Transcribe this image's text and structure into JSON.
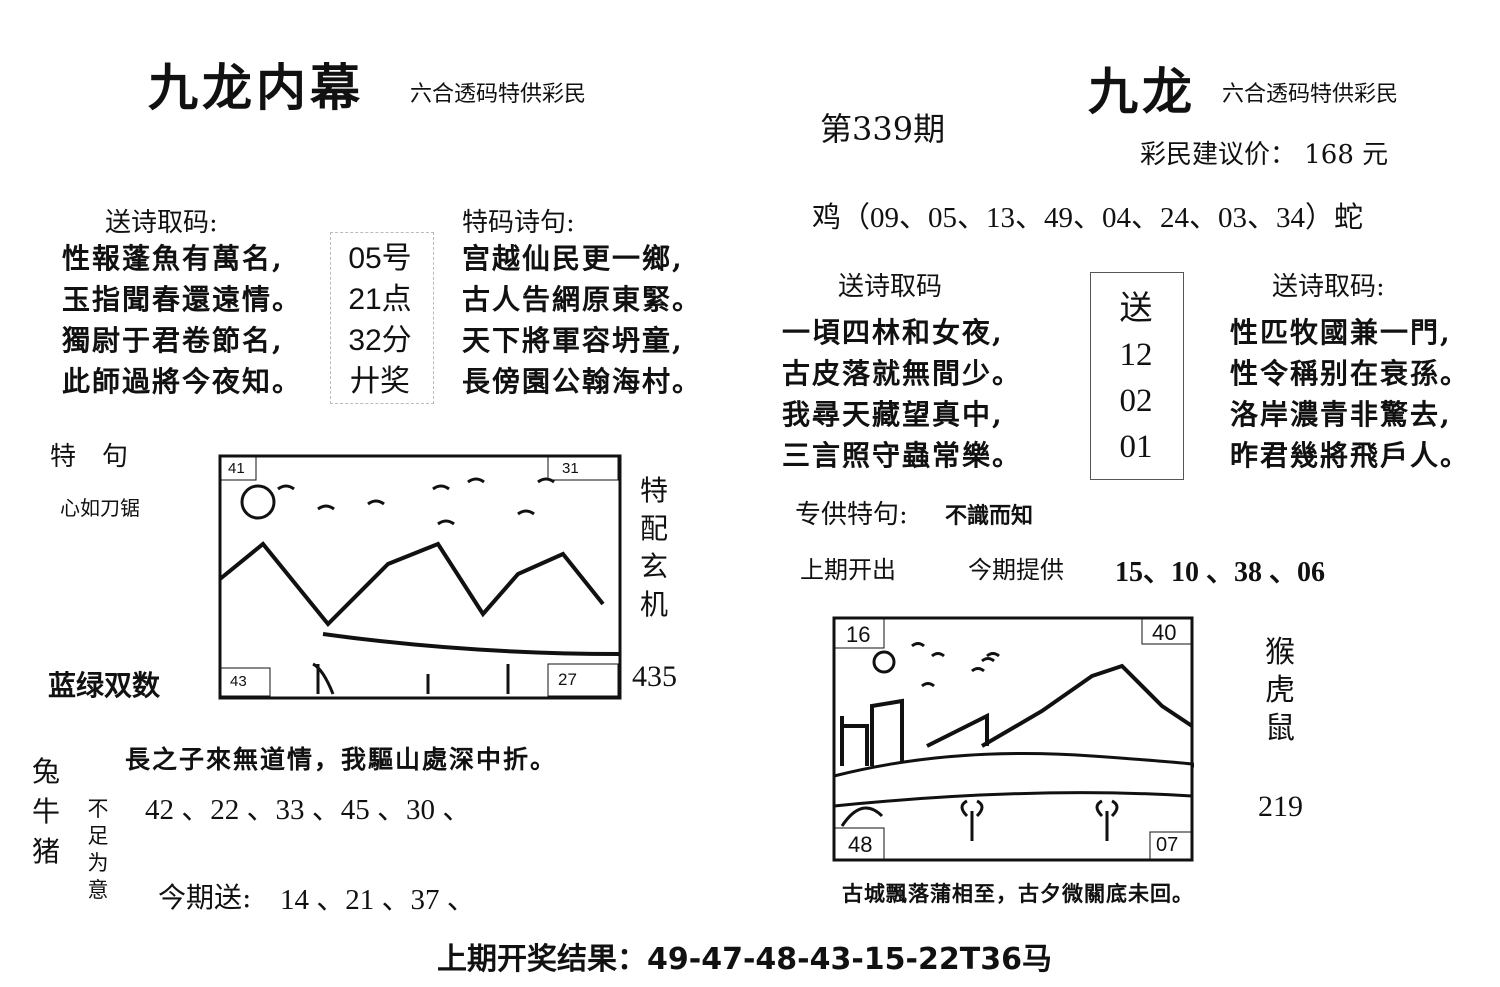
{
  "left": {
    "title": "九龙内幕",
    "subtitle": "六合透码特供彩民",
    "poem_label": "送诗取码:",
    "poem": [
      "性報蓬魚有萬名,",
      "玉指聞春還遠情。",
      "獨尉于君卷節名,",
      "此師過將今夜知。"
    ],
    "box": [
      "05号",
      "21点",
      "32分",
      "廾奖"
    ],
    "tema_label": "特码诗句:",
    "tema_poem": [
      "宫越仙民更一鄉,",
      "古人告網原東緊。",
      "天下將軍容坍童,",
      "長傍園公翰海村。"
    ],
    "teju_label": "特　句",
    "teju": "心如刀锯",
    "color_hint": "蓝绿双数",
    "picture_corners": [
      "41",
      "31",
      "43",
      "27"
    ],
    "side_vertical": "特配玄机",
    "side_number": "435",
    "verse": "長之子來無道情，我驅山處深中折。",
    "zodiac": "兔牛猪",
    "not_enough": "不足为意",
    "numbers": "42 、22 、33 、45 、30 、",
    "today_label": "今期送:",
    "today_numbers": "14 、21 、37 、"
  },
  "issue": "第339期",
  "right": {
    "title": "九龙",
    "subtitle": "六合透码特供彩民",
    "price": "彩民建议价： 168 元",
    "range": "鸡（09、05、13、49、04、24、03、34）蛇",
    "poem1_label": "送诗取码",
    "poem1": [
      "一頃四林和女夜,",
      "古皮落就無間少。",
      "我尋天藏望真中,",
      "三言照守蟲常樂。"
    ],
    "box": [
      "送",
      "12",
      "02",
      "01"
    ],
    "poem2_label": "送诗取码:",
    "poem2": [
      "性匹牧國兼一門,",
      "性令稱别在衰孫。",
      "洛岸濃青非驚去,",
      "昨君幾將飛戶人。"
    ],
    "special_label": "专供特句:",
    "special": "不識而知",
    "last_label": "上期开出",
    "provide_label": "今期提供",
    "provide_numbers": "15、10 、38 、06",
    "picture_corners": [
      "16",
      "40",
      "48",
      "07"
    ],
    "side_vertical": "猴虎鼠",
    "side_number": "219",
    "verse": "古城飄落蒲相至，古夕微關底未回。"
  },
  "footer": "上期开奖结果：49-47-48-43-15-22T36马"
}
